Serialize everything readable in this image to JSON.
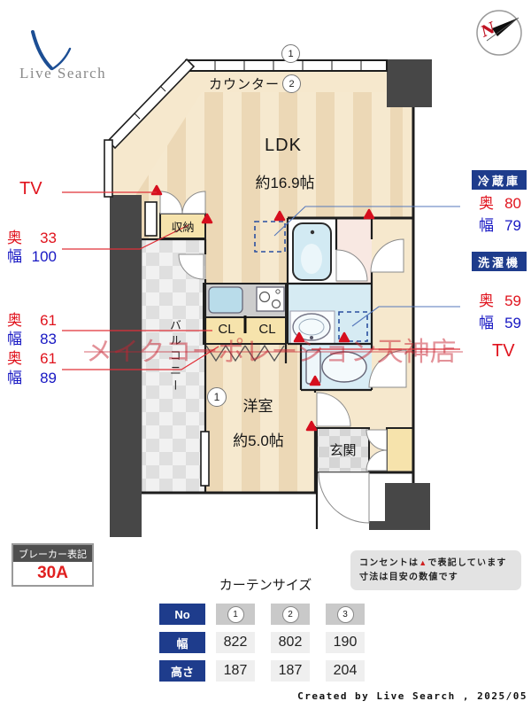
{
  "logo": {
    "text": "Live Search"
  },
  "compass": {
    "north": "N"
  },
  "plan": {
    "top_number": "1",
    "counter_label": "カウンター",
    "counter_number": "2",
    "ldk_name": "LDK",
    "ldk_size": "約16.9帖",
    "storage": "収納",
    "closet_left": "CL",
    "closet_right": "CL",
    "balcony": "バルコニー",
    "bedroom_number": "1",
    "bedroom_name": "洋室",
    "bedroom_size": "約5.0帖",
    "entrance": "玄関"
  },
  "left_annotations": {
    "tv": "TV",
    "storage_depth_label": "奥",
    "storage_depth_value": "33",
    "storage_width_label": "幅",
    "storage_width_value": "100",
    "closet1_depth_label": "奥",
    "closet1_depth_value": "61",
    "closet1_width_label": "幅",
    "closet1_width_value": "83",
    "closet2_depth_label": "奥",
    "closet2_depth_value": "61",
    "closet2_width_label": "幅",
    "closet2_width_value": "89"
  },
  "right_annotations": {
    "fridge_title": "冷蔵庫",
    "fridge_depth_label": "奥",
    "fridge_depth_value": "80",
    "fridge_width_label": "幅",
    "fridge_width_value": "79",
    "washer_title": "洗濯機",
    "washer_depth_label": "奥",
    "washer_depth_value": "59",
    "washer_width_label": "幅",
    "washer_width_value": "59",
    "tv": "TV"
  },
  "watermark": "メイクコーポレーション天神店",
  "breaker": {
    "title": "ブレーカー表記",
    "value": "30A"
  },
  "curtain_table": {
    "title": "カーテンサイズ",
    "row_headers": [
      "No",
      "幅",
      "高さ"
    ],
    "col_numbers": [
      "1",
      "2",
      "3"
    ],
    "width_values": [
      "822",
      "802",
      "190"
    ],
    "height_values": [
      "187",
      "187",
      "204"
    ]
  },
  "notes": {
    "outlet_before": "コンセントは",
    "outlet_marker": "▲",
    "outlet_after": "で表記しています",
    "dimensions": "寸法は目安の数値です"
  },
  "credit": "Created by Live Search , 2025/05"
}
